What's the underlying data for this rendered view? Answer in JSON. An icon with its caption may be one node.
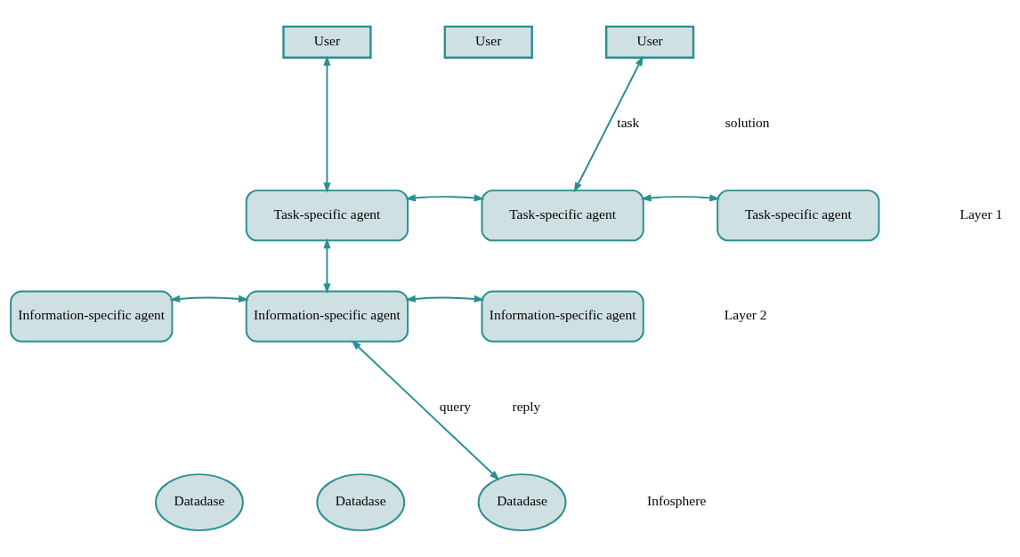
{
  "diagram": {
    "nodes": [
      {
        "text": [
          "User"
        ]
      },
      {
        "text": [
          "User"
        ]
      },
      {
        "text": [
          "User"
        ]
      },
      {
        "text": [
          "Task-specific agent"
        ]
      },
      {
        "text": [
          "Task-specific agent"
        ]
      },
      {
        "text": [
          "Task-specific agent"
        ]
      },
      {
        "text": [
          "Information-specific agent"
        ]
      },
      {
        "text": [
          "Information-specific agent"
        ]
      },
      {
        "text": [
          "Information-specific agent"
        ]
      },
      {
        "text": [
          "Datadase"
        ]
      },
      {
        "text": [
          "Datadase"
        ]
      },
      {
        "text": [
          "Datadase"
        ]
      }
    ],
    "edges": [
      {
        "from": 0,
        "to": 3,
        "arrow": "both"
      },
      {
        "from": 4,
        "to": 2,
        "arrow": "both",
        "label": "task"
      },
      {
        "from": 3,
        "to": 4,
        "arrow": "both"
      },
      {
        "from": 4,
        "to": 5,
        "arrow": "both"
      },
      {
        "from": 3,
        "to": 7,
        "arrow": "both"
      },
      {
        "from": 6,
        "to": 7,
        "arrow": "both"
      },
      {
        "from": 7,
        "to": 8,
        "arrow": "both"
      },
      {
        "from": 7,
        "to": 11,
        "arrow": "both",
        "label": "query"
      }
    ],
    "labels": [
      "solution",
      "Layer 1",
      "Layer 2",
      "reply",
      "Infosphere"
    ]
  }
}
